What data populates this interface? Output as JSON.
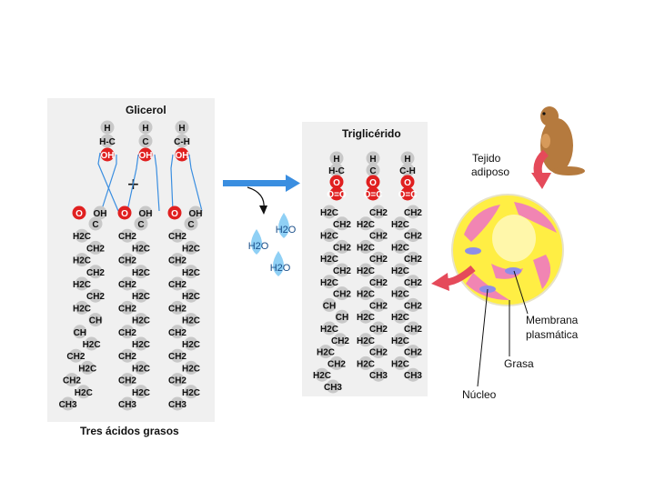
{
  "glycerol": {
    "title": "Glicerol",
    "columns": [
      [
        "H",
        "H-C",
        "OH"
      ],
      [
        "H",
        "C",
        "OH"
      ],
      [
        "H",
        "C-H",
        "OH"
      ]
    ]
  },
  "plus_sign": "+",
  "fatty_acids": {
    "label": "Tres ácidos grasos",
    "chains": [
      [
        "O",
        "OH",
        "C",
        "H2C",
        "CH2",
        "H2C",
        "CH2",
        "H2C",
        "CH2",
        "H2C",
        "CH",
        "CH",
        "H2C",
        "CH2",
        "H2C",
        "CH2",
        "H2C",
        "CH3"
      ],
      [
        "O",
        "OH",
        "C",
        "CH2",
        "H2C",
        "CH2",
        "H2C",
        "CH2",
        "H2C",
        "CH2",
        "H2C",
        "CH2",
        "H2C",
        "CH2",
        "H2C",
        "CH2",
        "H2C",
        "CH3"
      ],
      [
        "O",
        "OH",
        "C",
        "CH2",
        "H2C",
        "CH2",
        "H2C",
        "CH2",
        "H2C",
        "CH2",
        "H2C",
        "CH2",
        "H2C",
        "CH2",
        "H2C",
        "CH2",
        "H2C",
        "CH3"
      ]
    ]
  },
  "water": [
    "H2O",
    "H2O",
    "H2O"
  ],
  "triglyceride": {
    "title": "Triglicérido",
    "columns": [
      [
        "H",
        "H-C",
        "O",
        "O=O",
        "H2C",
        "CH2",
        "H2C",
        "CH2",
        "H2C",
        "CH2",
        "H2C",
        "CH2",
        "CH",
        "CH",
        "H2C",
        "CH2",
        "H2C",
        "CH2",
        "H2C",
        "CH3"
      ],
      [
        "H",
        "C",
        "O",
        "O=C",
        "CH2",
        "H2C",
        "CH2",
        "H2C",
        "CH2",
        "H2C",
        "CH2",
        "H2C",
        "CH2",
        "H2C",
        "CH2",
        "H2C",
        "CH2",
        "H2C",
        "CH3"
      ],
      [
        "H",
        "C-H",
        "O",
        "O=C",
        "CH2",
        "H2C",
        "CH2",
        "H2C",
        "CH2",
        "H2C",
        "CH2",
        "H2C",
        "CH2",
        "H2C",
        "CH2",
        "H2C",
        "CH2",
        "H2C",
        "CH3"
      ]
    ]
  },
  "tissue": {
    "adipose_label": "Tejido adiposo",
    "membrane_label": "Membrana plasmática",
    "fat_label": "Grasa",
    "nucleus_label": "Núcleo"
  },
  "colors": {
    "atom_gray": "#c8c8c8",
    "oxygen_red": "#e02020",
    "arrow_blue": "#3a8ee0",
    "water_blue": "#8fd0f5",
    "tissue_yellow": "#ffee44",
    "tissue_pink": "#f07ac0",
    "arrow_pink": "#e54a5a",
    "animal_brown": "#b57a3e"
  }
}
